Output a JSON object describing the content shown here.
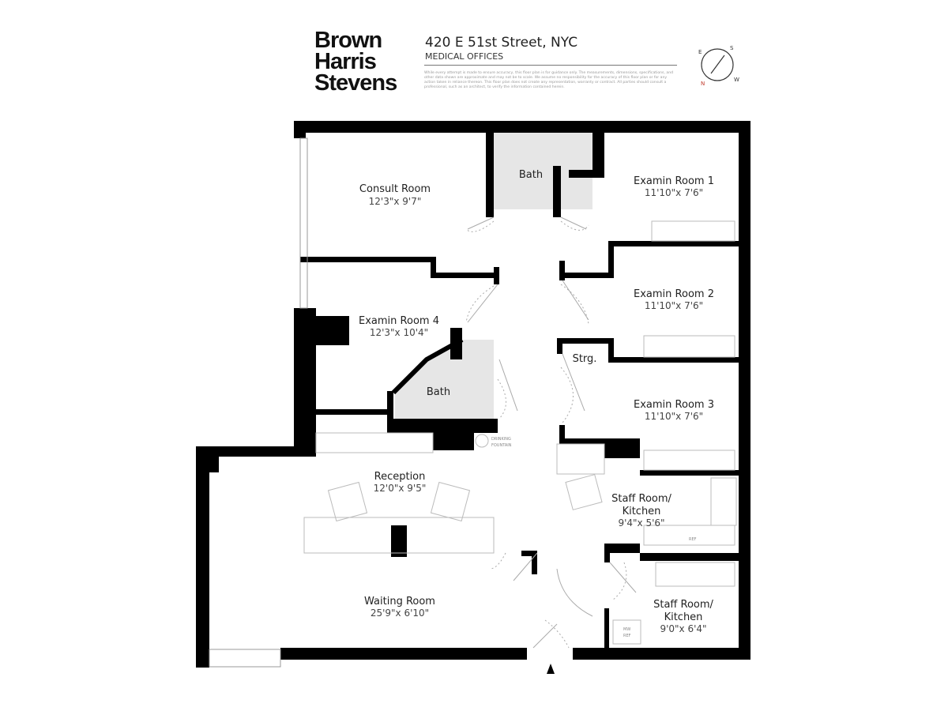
{
  "brand": {
    "lines": [
      "Brown",
      "Harris",
      "Stevens"
    ]
  },
  "header": {
    "address": "420 E 51st Street, NYC",
    "subtitle": "MEDICAL OFFICES",
    "disclaimer": "While every attempt is made to ensure accuracy, this floor plan is for guidance only. The measurements, dimensions, specifications, and other data shown are approximate and may not be to scale. We assume no responsibility for the accuracy of this floor plan or for any action taken in reliance thereon. This floor plan does not create any representation, warranty or contract. All parties should consult a professional, such as an architect, to verify the information contained herein."
  },
  "compass": {
    "labels": {
      "e": "E",
      "s": "S",
      "w": "W",
      "n": "N"
    },
    "north_color": "#c0392b"
  },
  "rooms": [
    {
      "name": "Consult Room",
      "dims": "12'3\"x 9'7\""
    },
    {
      "name": "Bath",
      "dims": ""
    },
    {
      "name": "Examin Room 1",
      "dims": "11'10\"x 7'6\""
    },
    {
      "name": "Examin Room 2",
      "dims": "11'10\"x 7'6\""
    },
    {
      "name": "Examin Room 4",
      "dims": "12'3\"x 10'4\""
    },
    {
      "name": "Strg.",
      "dims": ""
    },
    {
      "name": "Bath",
      "dims": ""
    },
    {
      "name": "Examin Room 3",
      "dims": "11'10\"x 7'6\""
    },
    {
      "name": "Reception",
      "dims": "12'0\"x 9'5\""
    },
    {
      "name": "Staff Room/ Kitchen",
      "dims": "9'4\"x 5'6\"",
      "lines": [
        "Staff Room/",
        "Kitchen"
      ]
    },
    {
      "name": "Waiting Room",
      "dims": "25'9\"x 6'10\""
    },
    {
      "name": "Staff Room/ Kitchen",
      "dims": "9'0\"x 6'4\"",
      "lines": [
        "Staff Room/",
        "Kitchen"
      ]
    }
  ],
  "fixtures": {
    "fountain": [
      "DRINKING",
      "FOUNTAIN"
    ],
    "ref": "REF",
    "mw": "MW",
    "ref2": "REF"
  },
  "colors": {
    "wall": "#000000",
    "bath_fill": "#e6e6e6"
  }
}
